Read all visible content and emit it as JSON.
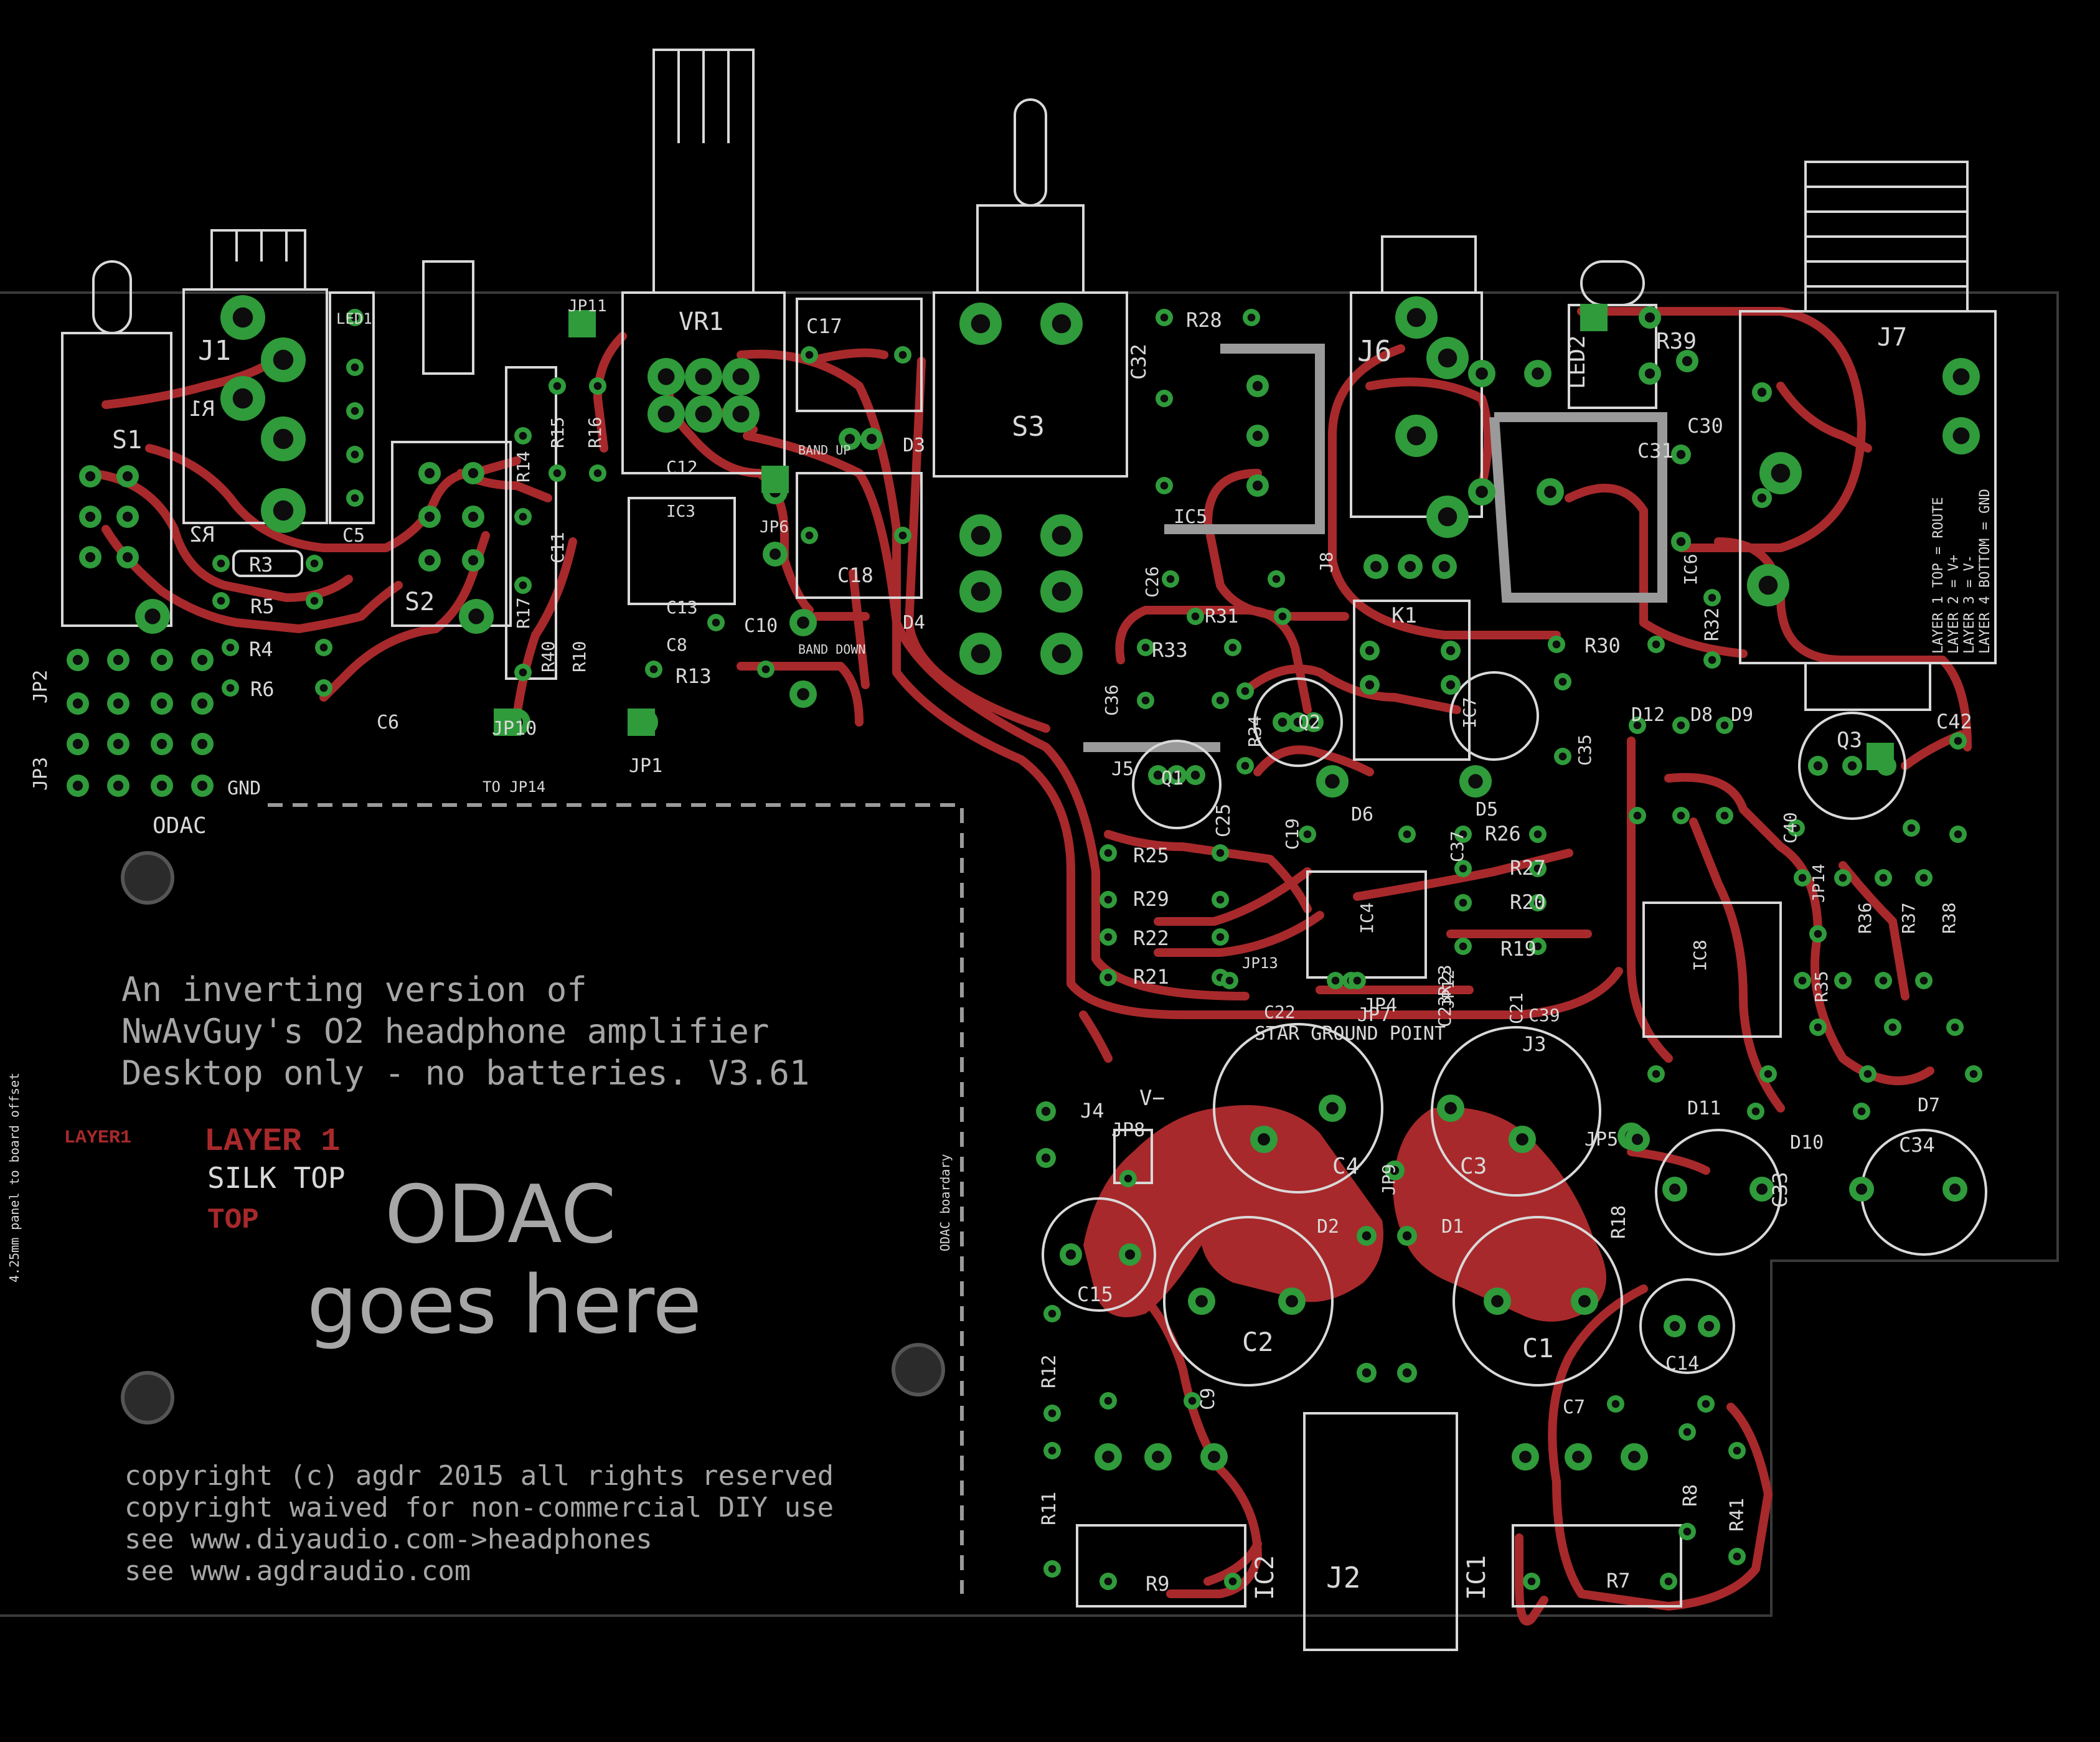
{
  "board": {
    "notes": [
      "An inverting version of",
      "NwAvGuy's O2 headphone amplifier",
      "Desktop only - no batteries. V3.61"
    ],
    "copyright": [
      "copyright (c) agdr 2015 all rights reserved",
      "copyright waived for non-commercial DIY use",
      "see www.diyaudio.com->headphones",
      "see www.agdraudio.com"
    ],
    "odac_title": "ODAC",
    "odac_subtitle": "goes here",
    "odac_label": "ODAC",
    "odac_boundary": "ODAC boardary",
    "panel_offset": "4.25mm panel to board offset",
    "layer_small": "LAYER1",
    "layer_big": "LAYER 1",
    "silk_top": "SILK TOP",
    "top_label": "TOP",
    "gnd": "GND",
    "to_jp14": "TO JP14",
    "star_ground": "STAR GROUND POINT",
    "band_up": "BAND UP",
    "band_down": "BAND DOWN",
    "v_minus": "V−",
    "j7_notes": [
      "LAYER 1 TOP = ROUTE",
      "LAYER 2 = V+",
      "LAYER 3 = V-",
      "LAYER 4 BOTTOM = GND"
    ]
  },
  "refdes": {
    "connectors": [
      "J1",
      "J2",
      "J3",
      "J4",
      "J5",
      "J6",
      "J7",
      "J8"
    ],
    "switches": [
      "S1",
      "S2",
      "S3"
    ],
    "pot": "VR1",
    "ics": [
      "IC1",
      "IC2",
      "IC3",
      "IC4",
      "IC5",
      "IC6",
      "IC7",
      "IC8"
    ],
    "transistors": [
      "Q1",
      "Q2",
      "Q3"
    ],
    "relay": "K1",
    "leds": [
      "LED1",
      "LED2"
    ],
    "resistors": [
      "R1",
      "R2",
      "R3",
      "R4",
      "R5",
      "R6",
      "R7",
      "R8",
      "R9",
      "R10",
      "R11",
      "R12",
      "R13",
      "R14",
      "R15",
      "R16",
      "R17",
      "R18",
      "R19",
      "R20",
      "R21",
      "R22",
      "R23",
      "R25",
      "R26",
      "R27",
      "R28",
      "R29",
      "R30",
      "R31",
      "R32",
      "R33",
      "R34",
      "R35",
      "R36",
      "R37",
      "R38",
      "R39",
      "R40",
      "R41"
    ],
    "capacitors": [
      "C1",
      "C2",
      "C3",
      "C4",
      "C5",
      "C6",
      "C7",
      "C8",
      "C9",
      "C10",
      "C11",
      "C12",
      "C13",
      "C14",
      "C15",
      "C17",
      "C18",
      "C19",
      "C21",
      "C22",
      "C23",
      "C25",
      "C26",
      "C30",
      "C31",
      "C32",
      "C33",
      "C34",
      "C35",
      "C36",
      "C37",
      "C39",
      "C40",
      "C42"
    ],
    "diodes": [
      "D1",
      "D2",
      "D3",
      "D4",
      "D5",
      "D6",
      "D7",
      "D8",
      "D9",
      "D10",
      "D11",
      "D12"
    ],
    "jumpers": [
      "JP1",
      "JP2",
      "JP3",
      "JP4",
      "JP5",
      "JP6",
      "JP7",
      "JP8",
      "JP9",
      "JP10",
      "JP11",
      "JP12",
      "JP13",
      "JP14"
    ]
  },
  "colors": {
    "background": "#000000",
    "trace": "#a8292b",
    "pad": "#2f9b3a",
    "silkscreen": "#d9d9d9",
    "dim_text": "#a6a6a6"
  }
}
